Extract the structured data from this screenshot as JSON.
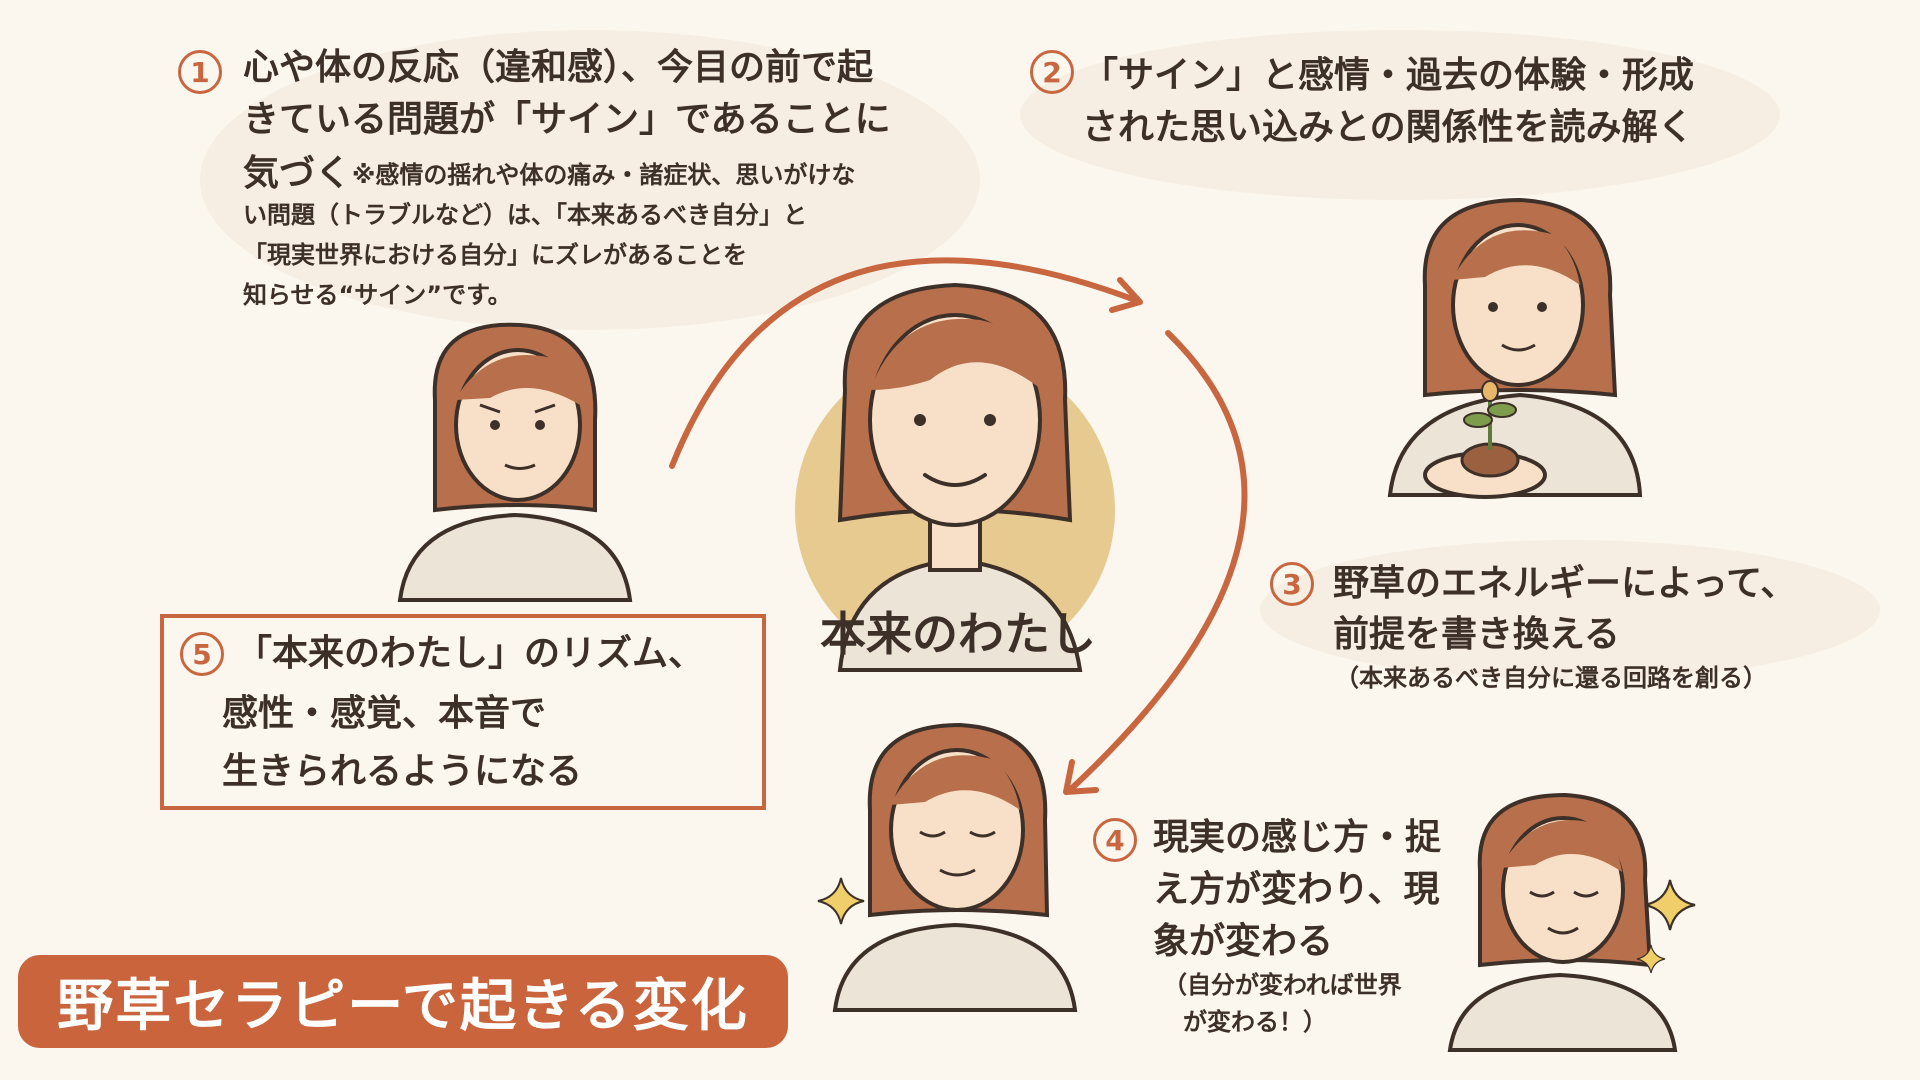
{
  "title": "野草セラピーで起きる変化",
  "center": {
    "label": "本来のわたし"
  },
  "steps": [
    {
      "number": "1",
      "line1": "心や体の反応（違和感）、今目の前で起",
      "line2": "きている問題が「サイン」であることに",
      "line3": "気づく",
      "note1": "※感情の揺れや体の痛み・諸症状、思いがけな",
      "note2": "い問題（トラブルなど）は、「本来あるべき自分」と",
      "note3": "「現実世界における自分」にズレがあることを",
      "note4": "知らせる“サイン”です。"
    },
    {
      "number": "2",
      "line1": "「サイン」と感情・過去の体験・形成",
      "line2": "された思い込みとの関係性を読み解く"
    },
    {
      "number": "3",
      "line1": "野草のエネルギーによって、",
      "line2": "前提を書き換える",
      "note": "（本来あるべき自分に還る回路を創る）"
    },
    {
      "number": "4",
      "line1": "現実の感じ方・捉",
      "line2": "え方が変わり、現",
      "line3": "象が変わる",
      "note1": "（自分が変われば世界",
      "note2": "が変わる！）"
    },
    {
      "number": "5",
      "line1": "「本来のわたし」のリズム、",
      "line2": "感性・感覚、本音で",
      "line3": "生きられるようになる"
    }
  ],
  "colors": {
    "accent": "#c8673f",
    "hair": "#b8704c",
    "skin": "#f8e0c8",
    "shirt": "#ece4d6",
    "halo": "#e3c27e",
    "background": "#fbf6ee"
  }
}
